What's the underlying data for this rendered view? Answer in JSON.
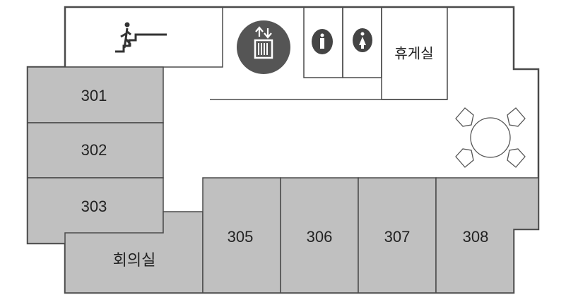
{
  "rooms": {
    "r301": "301",
    "r302": "302",
    "r303": "303",
    "r305": "305",
    "r306": "306",
    "r307": "307",
    "r308": "308",
    "meeting": "회의실",
    "lounge": "휴게실"
  },
  "icons": [
    "stairs-icon",
    "elevator-icon",
    "mens-restroom-icon",
    "womens-restroom-icon",
    "table-chairs-icon"
  ],
  "colors": {
    "room_fill": "#c0c0c0",
    "wall": "#4a4a4a",
    "icon_bg": "#555555"
  }
}
